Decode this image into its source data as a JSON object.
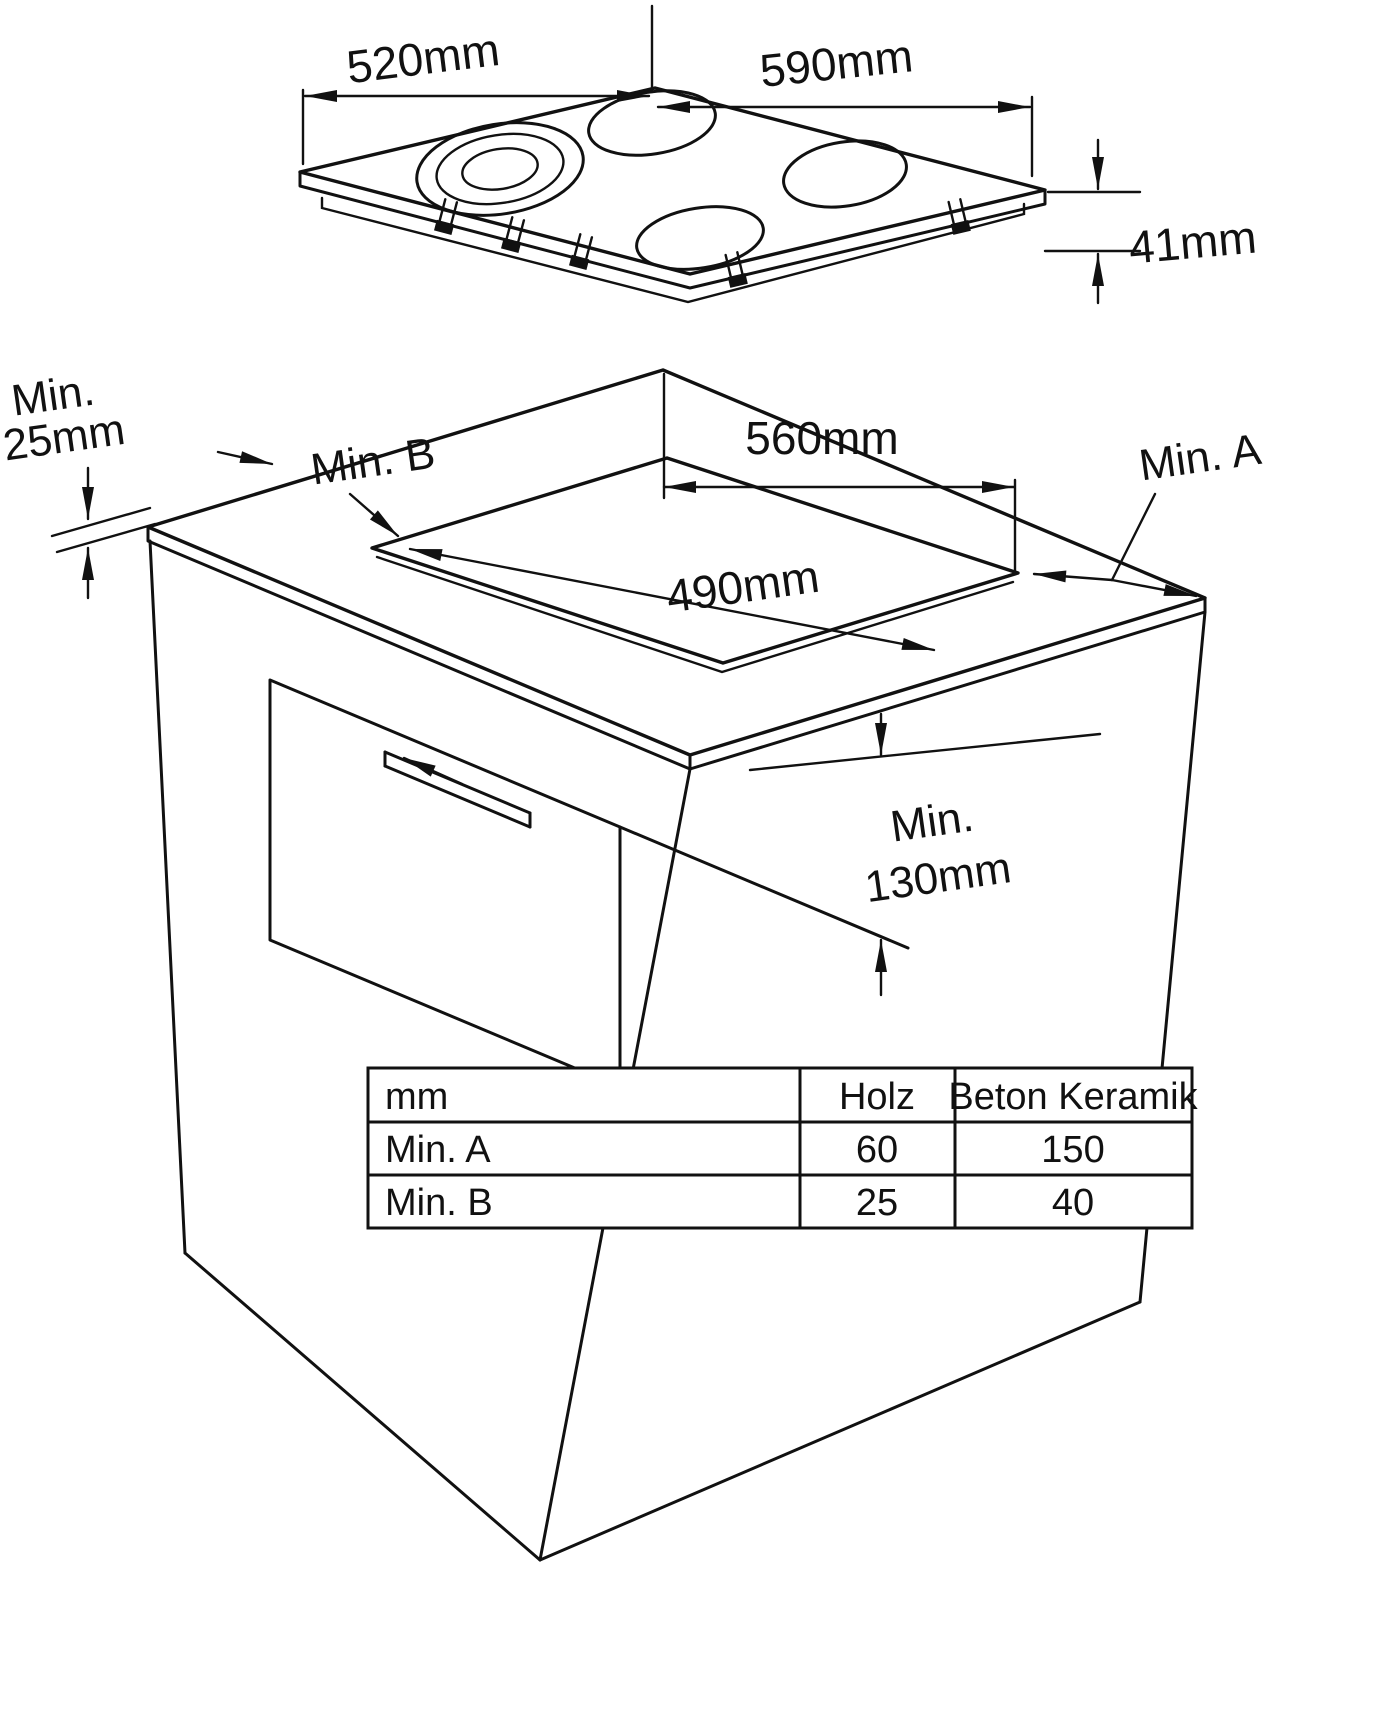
{
  "hob": {
    "depth": "520mm",
    "width": "590mm",
    "height": "41mm"
  },
  "install": {
    "thickness": {
      "line1": "Min.",
      "line2": "25mm"
    },
    "min_b": "Min. B",
    "min_a": "Min. A",
    "cutout_width": "560mm",
    "cutout_depth": "490mm",
    "clearance_below": {
      "line1": "Min.",
      "line2": "130mm"
    }
  },
  "table": {
    "headers": [
      "mm",
      "Holz",
      "Beton Keramik"
    ],
    "rows": [
      [
        "Min. A",
        "60",
        "150"
      ],
      [
        "Min. B",
        "25",
        "40"
      ]
    ]
  },
  "colors": {
    "line": "#111111",
    "background": "#ffffff"
  }
}
